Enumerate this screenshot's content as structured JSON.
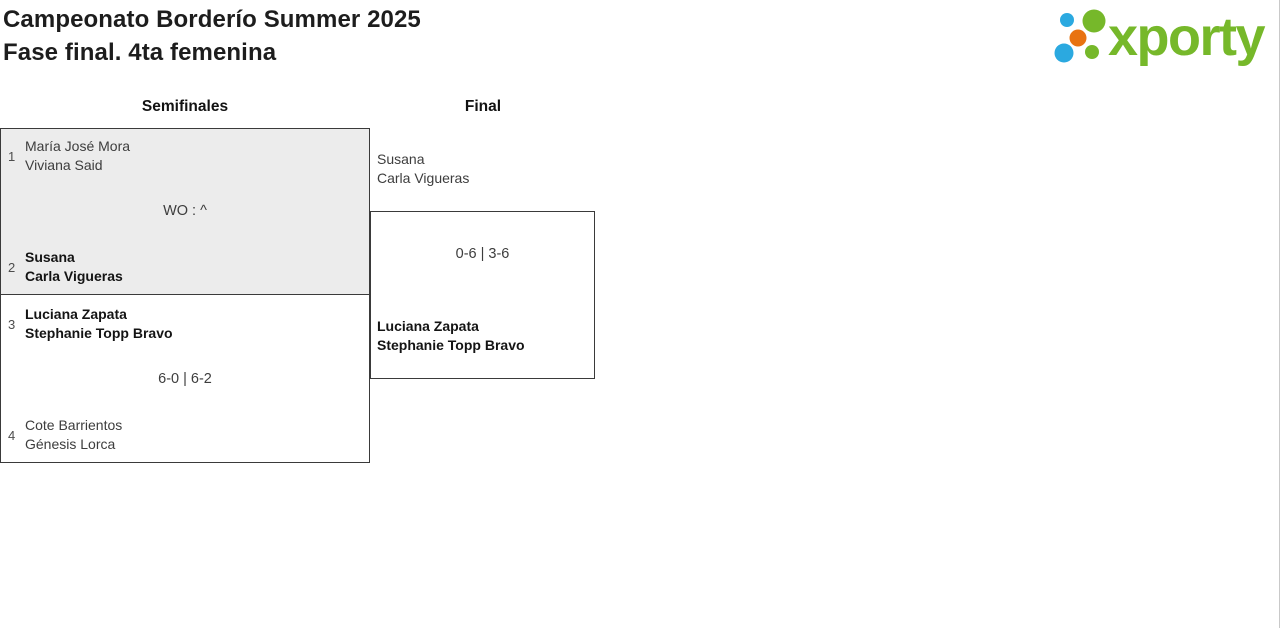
{
  "page": {
    "title_line1": "Campeonato Borderío Summer 2025",
    "title_line2": "Fase final. 4ta femenina"
  },
  "logo": {
    "wordmark": "xporty",
    "colors": {
      "green": "#76b82a",
      "blue": "#2ba9e0",
      "orange": "#e87311"
    }
  },
  "bracket": {
    "rounds": [
      {
        "label": "Semifinales"
      },
      {
        "label": "Final"
      }
    ],
    "semifinal1": {
      "team1": {
        "seed": "1",
        "line1": "María José Mora",
        "line2": "Viviana Said",
        "winner": false
      },
      "score": "WO : ^",
      "team2": {
        "seed": "2",
        "line1": "Susana",
        "line2": "Carla Vigueras",
        "winner": true
      }
    },
    "semifinal2": {
      "team1": {
        "seed": "3",
        "line1": "Luciana Zapata",
        "line2": "Stephanie Topp Bravo",
        "winner": true
      },
      "score": "6-0 | 6-2",
      "team2": {
        "seed": "4",
        "line1": "Cote Barrientos",
        "line2": "Génesis Lorca",
        "winner": false
      }
    },
    "final": {
      "team1": {
        "line1": "Susana",
        "line2": "Carla Vigueras",
        "winner": false
      },
      "score": "0-6 | 3-6",
      "team2": {
        "line1": "Luciana Zapata",
        "line2": "Stephanie Topp Bravo",
        "winner": true
      }
    }
  },
  "colors": {
    "box_border": "#3a3a3a",
    "box_shaded_fill": "#ececec",
    "title_text": "#1d1d1d",
    "team_text": "#3d3d3d",
    "winner_text": "#141414",
    "seed_text": "#4d4d4d"
  }
}
